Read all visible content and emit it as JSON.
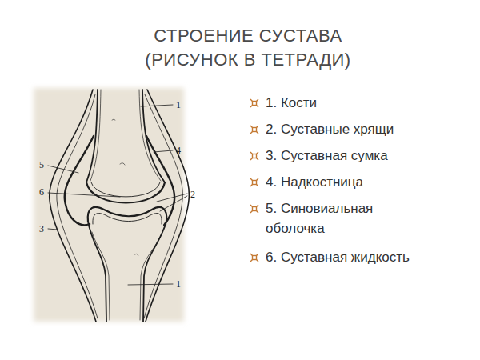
{
  "diagram": {
    "title": "СТРОЕНИЕ СУСТАВА (РИСУНОК В ТЕТРАДИ)",
    "labels": [
      "1. Кости",
      "2. Суставные хрящи",
      "3. Суставная сумка",
      "4. Надкостница",
      "5. Синовиальная оболочка",
      "6. Суставная жидкость",
      "1",
      "4",
      "5",
      "6",
      "2",
      "3",
      "1"
    ]
  }
}
